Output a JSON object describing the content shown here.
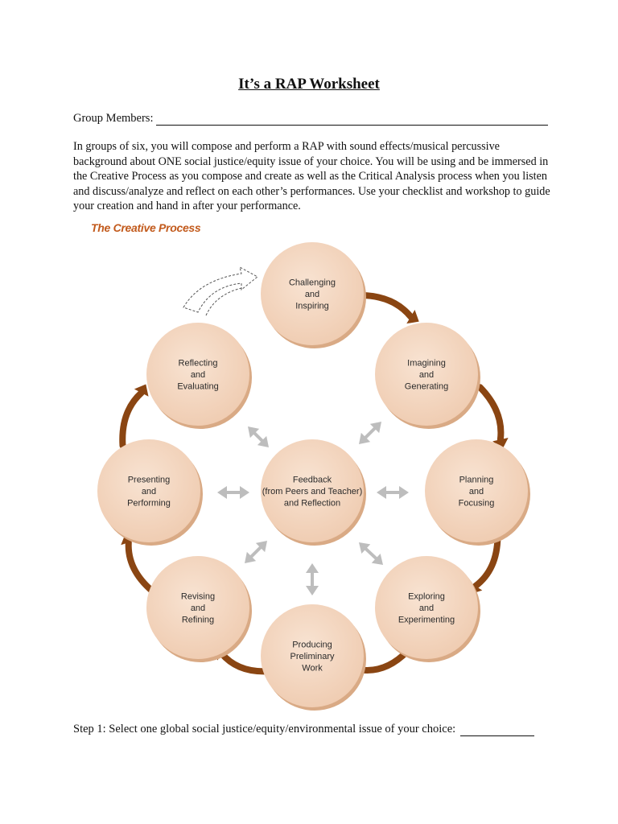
{
  "title": "It’s a RAP Worksheet",
  "group_members_label": "Group Members:",
  "intro": "In groups of six, you will compose and perform a RAP with sound effects/musical percussive background about ONE social justice/equity issue of your choice. You will be using and be immersed in the Creative Process as you compose and create as well as the Critical Analysis process when you listen and discuss/analyze and reflect on each other’s performances. Use your checklist and workshop to guide your creation and hand in after your performance.",
  "diagram_title": "The Creative Process",
  "nodes": [
    {
      "lines": [
        "Challenging",
        "and",
        "Inspiring"
      ]
    },
    {
      "lines": [
        "Imagining",
        "and",
        "Generating"
      ]
    },
    {
      "lines": [
        "Planning",
        "and",
        "Focusing"
      ]
    },
    {
      "lines": [
        "Exploring",
        "and",
        "Experimenting"
      ]
    },
    {
      "lines": [
        "Producing",
        "Preliminary",
        "Work"
      ]
    },
    {
      "lines": [
        "Revising",
        "and",
        "Refining"
      ]
    },
    {
      "lines": [
        "Presenting",
        "and",
        "Performing"
      ]
    },
    {
      "lines": [
        "Reflecting",
        "and",
        "Evaluating"
      ]
    },
    {
      "lines": [
        "Feedback",
        "(from Peers and Teacher)",
        "and Reflection"
      ]
    }
  ],
  "colors": {
    "circle_fill": "#f3d5bf",
    "circle_shadow": "#d9aa85",
    "arrow_brown": "#8a4512",
    "arrow_gray": "#bdbdbd",
    "title_orange": "#c25a1c"
  },
  "step1": "Step 1: Select one global social justice/equity/environmental issue of your choice:"
}
